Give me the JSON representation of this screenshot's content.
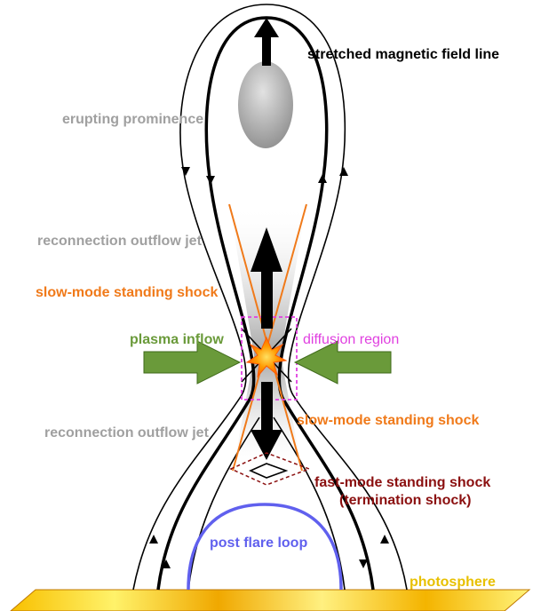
{
  "labels": {
    "stretched_field_line": "stretched magnetic field line",
    "erupting_prominence": "erupting prominence",
    "outflow_jet_upper": "reconnection outflow jet",
    "slow_shock_upper": "slow-mode standing shock",
    "plasma_inflow": "plasma inflow",
    "diffusion_region": "diffusion region",
    "slow_shock_lower": "slow-mode standing shock",
    "outflow_jet_lower": "reconnection outflow jet",
    "fast_shock": "fast-mode standing shock",
    "termination_shock": "(termination shock)",
    "post_flare_loop": "post flare loop",
    "photosphere": "photosphere"
  },
  "colors": {
    "field_line": "#000000",
    "prominence": "#a8a8a8",
    "gray_label": "#a0a0a0",
    "slow_shock": "#f07a1a",
    "inflow": "#6a9a3a",
    "diffusion": "#e040e0",
    "fast_shock": "#8b1010",
    "post_flare_loop": "#6060ee",
    "photosphere_light": "#fff070",
    "photosphere_dark": "#f0a000",
    "photosphere_label": "#e8c000"
  },
  "icons": {
    "outflow_up": "arrow-up-icon",
    "outflow_down": "arrow-down-icon",
    "inflow_left": "arrow-right-icon",
    "inflow_right": "arrow-left-icon",
    "reconnection_point": "explosion-icon"
  }
}
